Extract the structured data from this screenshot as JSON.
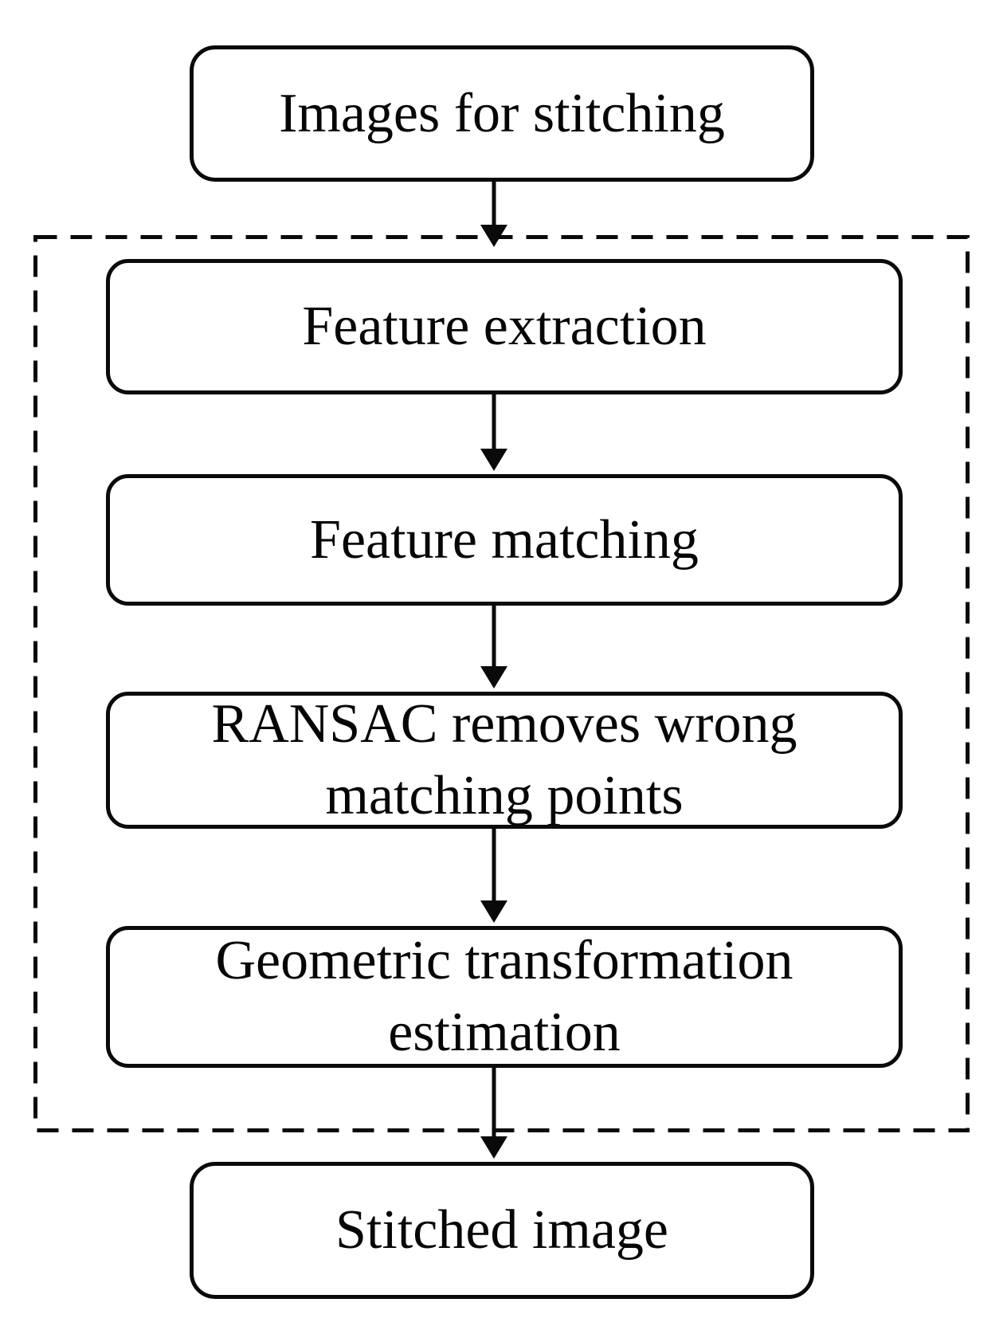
{
  "diagram": {
    "type": "flowchart",
    "description": "Image stitching pipeline flowchart",
    "colors": {
      "stroke": "#0a0a0a",
      "background": "#ffffff",
      "text": "#060606"
    },
    "nodes": [
      {
        "id": "images-for-stitching",
        "label": "Images for stitching",
        "shape": "rounded-rectangle"
      },
      {
        "id": "feature-extraction",
        "label": "Feature extraction",
        "shape": "rounded-rectangle"
      },
      {
        "id": "feature-matching",
        "label": "Feature matching",
        "shape": "rounded-rectangle"
      },
      {
        "id": "ransac-removes-wrong-matching-points",
        "label": "RANSAC removes wrong\nmatching points",
        "shape": "rounded-rectangle"
      },
      {
        "id": "geometric-transformation-estimation",
        "label": "Geometric transformation\nestimation",
        "shape": "rounded-rectangle"
      },
      {
        "id": "stitched-image",
        "label": "Stitched image",
        "shape": "rounded-rectangle"
      }
    ],
    "edges": [
      {
        "from": "images-for-stitching",
        "to": "feature-extraction",
        "style": "arrow-down"
      },
      {
        "from": "feature-extraction",
        "to": "feature-matching",
        "style": "arrow-down"
      },
      {
        "from": "feature-matching",
        "to": "ransac-removes-wrong-matching-points",
        "style": "arrow-down"
      },
      {
        "from": "ransac-removes-wrong-matching-points",
        "to": "geometric-transformation-estimation",
        "style": "arrow-down"
      },
      {
        "from": "geometric-transformation-estimation",
        "to": "stitched-image",
        "style": "arrow-down"
      }
    ],
    "groups": [
      {
        "id": "registration-stage-boundary",
        "style": "dashed-rectangle",
        "contains": [
          "feature-extraction",
          "feature-matching",
          "ransac-removes-wrong-matching-points",
          "geometric-transformation-estimation"
        ]
      }
    ]
  }
}
